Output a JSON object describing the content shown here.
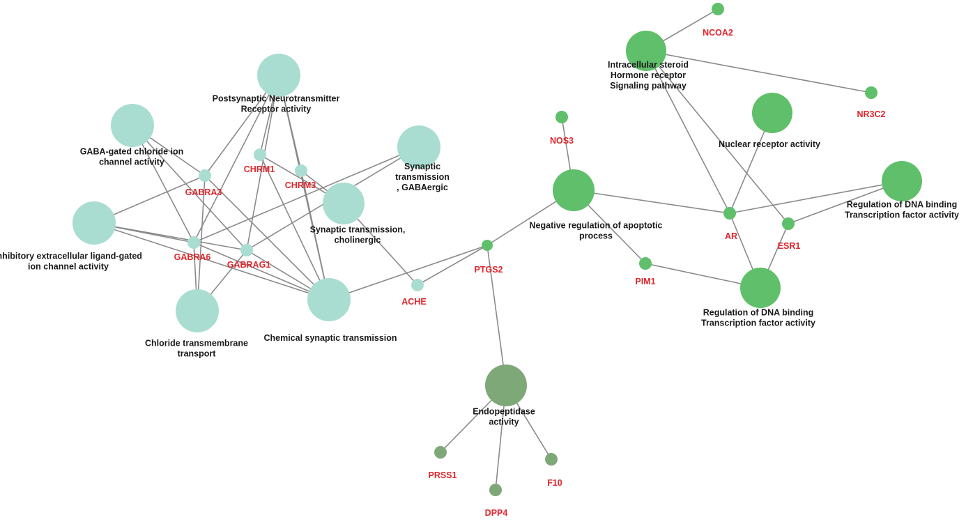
{
  "colors": {
    "teal": "#a9ddd1",
    "green": "#5fbf6a",
    "olive": "#7fa878",
    "edge": "#8a8a8a",
    "gene_text": "#e0262c",
    "term_text": "#1a1a1a"
  },
  "nodes": [
    {
      "id": "post",
      "kind": "term",
      "color": "teal",
      "lines": [
        "Postsynaptic Neurotransmitter",
        "Receptor activity"
      ]
    },
    {
      "id": "gaba_gated",
      "kind": "term",
      "color": "teal",
      "lines": [
        "GABA-gated chloride ion",
        "channel activity"
      ]
    },
    {
      "id": "syn_gaba",
      "kind": "term",
      "color": "teal",
      "lines": [
        "Synaptic",
        "transmission",
        ", GABAergic"
      ]
    },
    {
      "id": "syn_chol",
      "kind": "term",
      "color": "teal",
      "lines": [
        "Synaptic transmission,",
        "cholinergic"
      ]
    },
    {
      "id": "inhib",
      "kind": "term",
      "color": "teal",
      "lines": [
        "Inhibitory extracellular ligand-gated",
        "ion channel activity"
      ]
    },
    {
      "id": "chloride",
      "kind": "term",
      "color": "teal",
      "lines": [
        "Chloride transmembrane",
        "transport"
      ]
    },
    {
      "id": "chem",
      "kind": "term",
      "color": "teal",
      "lines": [
        "Chemical synaptic transmission"
      ]
    },
    {
      "id": "GABRA3",
      "kind": "gene",
      "color": "teal",
      "lines": [
        "GABRA3"
      ]
    },
    {
      "id": "CHRM1",
      "kind": "gene",
      "color": "teal",
      "lines": [
        "CHRM1"
      ]
    },
    {
      "id": "CHRM3",
      "kind": "gene",
      "color": "teal",
      "lines": [
        "CHRM3"
      ]
    },
    {
      "id": "GABRA6",
      "kind": "gene",
      "color": "teal",
      "lines": [
        "GABRA6"
      ]
    },
    {
      "id": "GABRAG1",
      "kind": "gene",
      "color": "teal",
      "lines": [
        "GABRAG1"
      ]
    },
    {
      "id": "ACHE",
      "kind": "gene",
      "color": "teal",
      "lines": [
        "ACHE"
      ]
    },
    {
      "id": "PTGS2",
      "kind": "gene",
      "color": "green",
      "lines": [
        "PTGS2"
      ]
    },
    {
      "id": "NOS3",
      "kind": "gene",
      "color": "green",
      "lines": [
        "NOS3"
      ]
    },
    {
      "id": "neg_apop",
      "kind": "term",
      "color": "green",
      "lines": [
        "Negative regulation of apoptotic",
        "process"
      ]
    },
    {
      "id": "PIM1",
      "kind": "gene",
      "color": "green",
      "lines": [
        "PIM1"
      ]
    },
    {
      "id": "steroid",
      "kind": "term",
      "color": "green",
      "lines": [
        "Intracellular steroid",
        "Hormone receptor",
        "Signaling pathway"
      ]
    },
    {
      "id": "NCOA2",
      "kind": "gene",
      "color": "green",
      "lines": [
        "NCOA2"
      ]
    },
    {
      "id": "NR3C2",
      "kind": "gene",
      "color": "green",
      "lines": [
        "NR3C2"
      ]
    },
    {
      "id": "nuclear",
      "kind": "term",
      "color": "green",
      "lines": [
        "Nuclear receptor activity"
      ]
    },
    {
      "id": "AR",
      "kind": "gene",
      "color": "green",
      "lines": [
        "AR"
      ]
    },
    {
      "id": "ESR1",
      "kind": "gene",
      "color": "green",
      "lines": [
        "ESR1"
      ]
    },
    {
      "id": "dna_right",
      "kind": "term",
      "color": "green",
      "lines": [
        "Regulation of DNA binding",
        "Transcription factor activity"
      ]
    },
    {
      "id": "dna_bottom",
      "kind": "term",
      "color": "green",
      "lines": [
        "Regulation of DNA binding",
        "Transcription factor activity"
      ]
    },
    {
      "id": "endo",
      "kind": "term",
      "color": "olive",
      "lines": [
        "Endopeptidase",
        "activity"
      ]
    },
    {
      "id": "PRSS1",
      "kind": "gene",
      "color": "olive",
      "lines": [
        "PRSS1"
      ]
    },
    {
      "id": "DPP4",
      "kind": "gene",
      "color": "olive",
      "lines": [
        "DPP4"
      ]
    },
    {
      "id": "F10",
      "kind": "gene",
      "color": "olive",
      "lines": [
        "F10"
      ]
    }
  ],
  "edges": [
    [
      "post",
      "CHRM1"
    ],
    [
      "post",
      "CHRM3"
    ],
    [
      "post",
      "GABRA3"
    ],
    [
      "post",
      "GABRAG1"
    ],
    [
      "post",
      "GABRA6"
    ],
    [
      "post",
      "chem"
    ],
    [
      "gaba_gated",
      "GABRA3"
    ],
    [
      "gaba_gated",
      "GABRAG1"
    ],
    [
      "gaba_gated",
      "GABRA6"
    ],
    [
      "inhib",
      "GABRA3"
    ],
    [
      "inhib",
      "GABRAG1"
    ],
    [
      "inhib",
      "GABRA6"
    ],
    [
      "inhib",
      "chem"
    ],
    [
      "chloride",
      "GABRA3"
    ],
    [
      "chloride",
      "GABRA6"
    ],
    [
      "chloride",
      "GABRAG1"
    ],
    [
      "chem",
      "CHRM1"
    ],
    [
      "chem",
      "CHRM3"
    ],
    [
      "chem",
      "GABRA3"
    ],
    [
      "chem",
      "GABRA6"
    ],
    [
      "chem",
      "PTGS2"
    ],
    [
      "chem",
      "GABRAG1"
    ],
    [
      "syn_gaba",
      "GABRA6"
    ],
    [
      "syn_gaba",
      "GABRAG1"
    ],
    [
      "syn_chol",
      "ACHE"
    ],
    [
      "syn_chol",
      "CHRM1"
    ],
    [
      "syn_chol",
      "CHRM3"
    ],
    [
      "PTGS2",
      "ACHE"
    ],
    [
      "PTGS2",
      "neg_apop"
    ],
    [
      "PTGS2",
      "endo"
    ],
    [
      "NOS3",
      "neg_apop"
    ],
    [
      "neg_apop",
      "PIM1"
    ],
    [
      "neg_apop",
      "AR"
    ],
    [
      "PIM1",
      "dna_bottom"
    ],
    [
      "steroid",
      "NCOA2"
    ],
    [
      "steroid",
      "NR3C2"
    ],
    [
      "steroid",
      "AR"
    ],
    [
      "steroid",
      "ESR1"
    ],
    [
      "nuclear",
      "AR"
    ],
    [
      "AR",
      "dna_right"
    ],
    [
      "AR",
      "dna_bottom"
    ],
    [
      "ESR1",
      "dna_right"
    ],
    [
      "ESR1",
      "dna_bottom"
    ],
    [
      "endo",
      "PRSS1"
    ],
    [
      "endo",
      "DPP4"
    ],
    [
      "endo",
      "F10"
    ]
  ]
}
